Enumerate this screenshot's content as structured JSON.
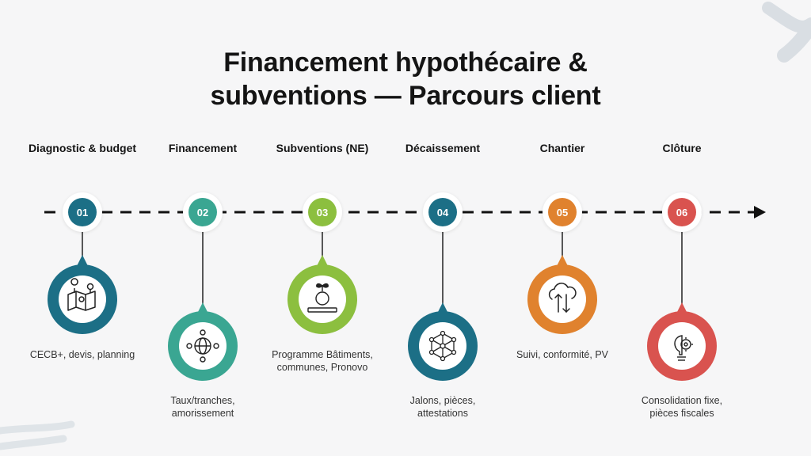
{
  "title_lines": [
    "Financement hypothécaire &",
    "subventions — Parcours client"
  ],
  "steps": [
    {
      "number": "01",
      "label": "Diagnostic & budget",
      "color": "#1c6f86",
      "icon": "map-pins-icon",
      "desc": [
        "CECB+, devis, planning"
      ]
    },
    {
      "number": "02",
      "label": "Financement",
      "color": "#3aa692",
      "icon": "globe-network-icon",
      "desc": [
        "Taux/tranches,",
        "amorissement"
      ]
    },
    {
      "number": "03",
      "label": "Subventions (NE)",
      "color": "#8cbf3f",
      "icon": "coin-sprout-icon",
      "desc": [
        "Programme Bâtiments,",
        "communes, Pronovo"
      ]
    },
    {
      "number": "04",
      "label": "Décaissement",
      "color": "#1c6f86",
      "icon": "network-nodes-icon",
      "desc": [
        "Jalons, pièces,",
        "attestations"
      ]
    },
    {
      "number": "05",
      "label": "Chantier",
      "color": "#e0822e",
      "icon": "cloud-sync-icon",
      "desc": [
        "Suivi, conformité, PV"
      ]
    },
    {
      "number": "06",
      "label": "Clôture",
      "color": "#d9534f",
      "icon": "bulb-gear-icon",
      "desc": [
        "Consolidation fixe,",
        "pièces fiscales"
      ]
    }
  ]
}
